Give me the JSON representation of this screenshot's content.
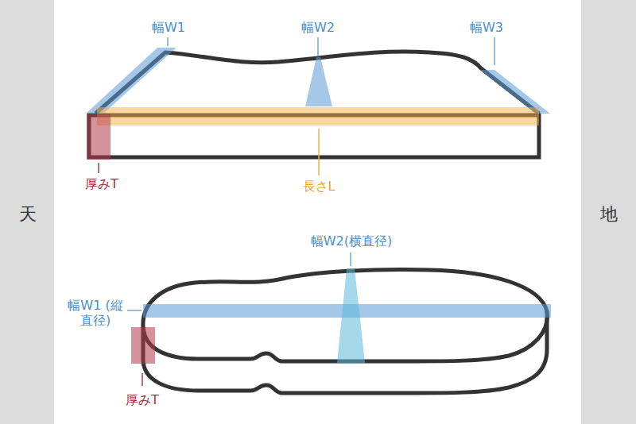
{
  "diagram": {
    "labels": [
      "幅W1",
      "幅W2",
      "幅W3",
      "厚みT",
      "長さL",
      "天",
      "地",
      "幅W2(横直径)",
      "幅W1 (縦直径)",
      "厚みT"
    ]
  }
}
